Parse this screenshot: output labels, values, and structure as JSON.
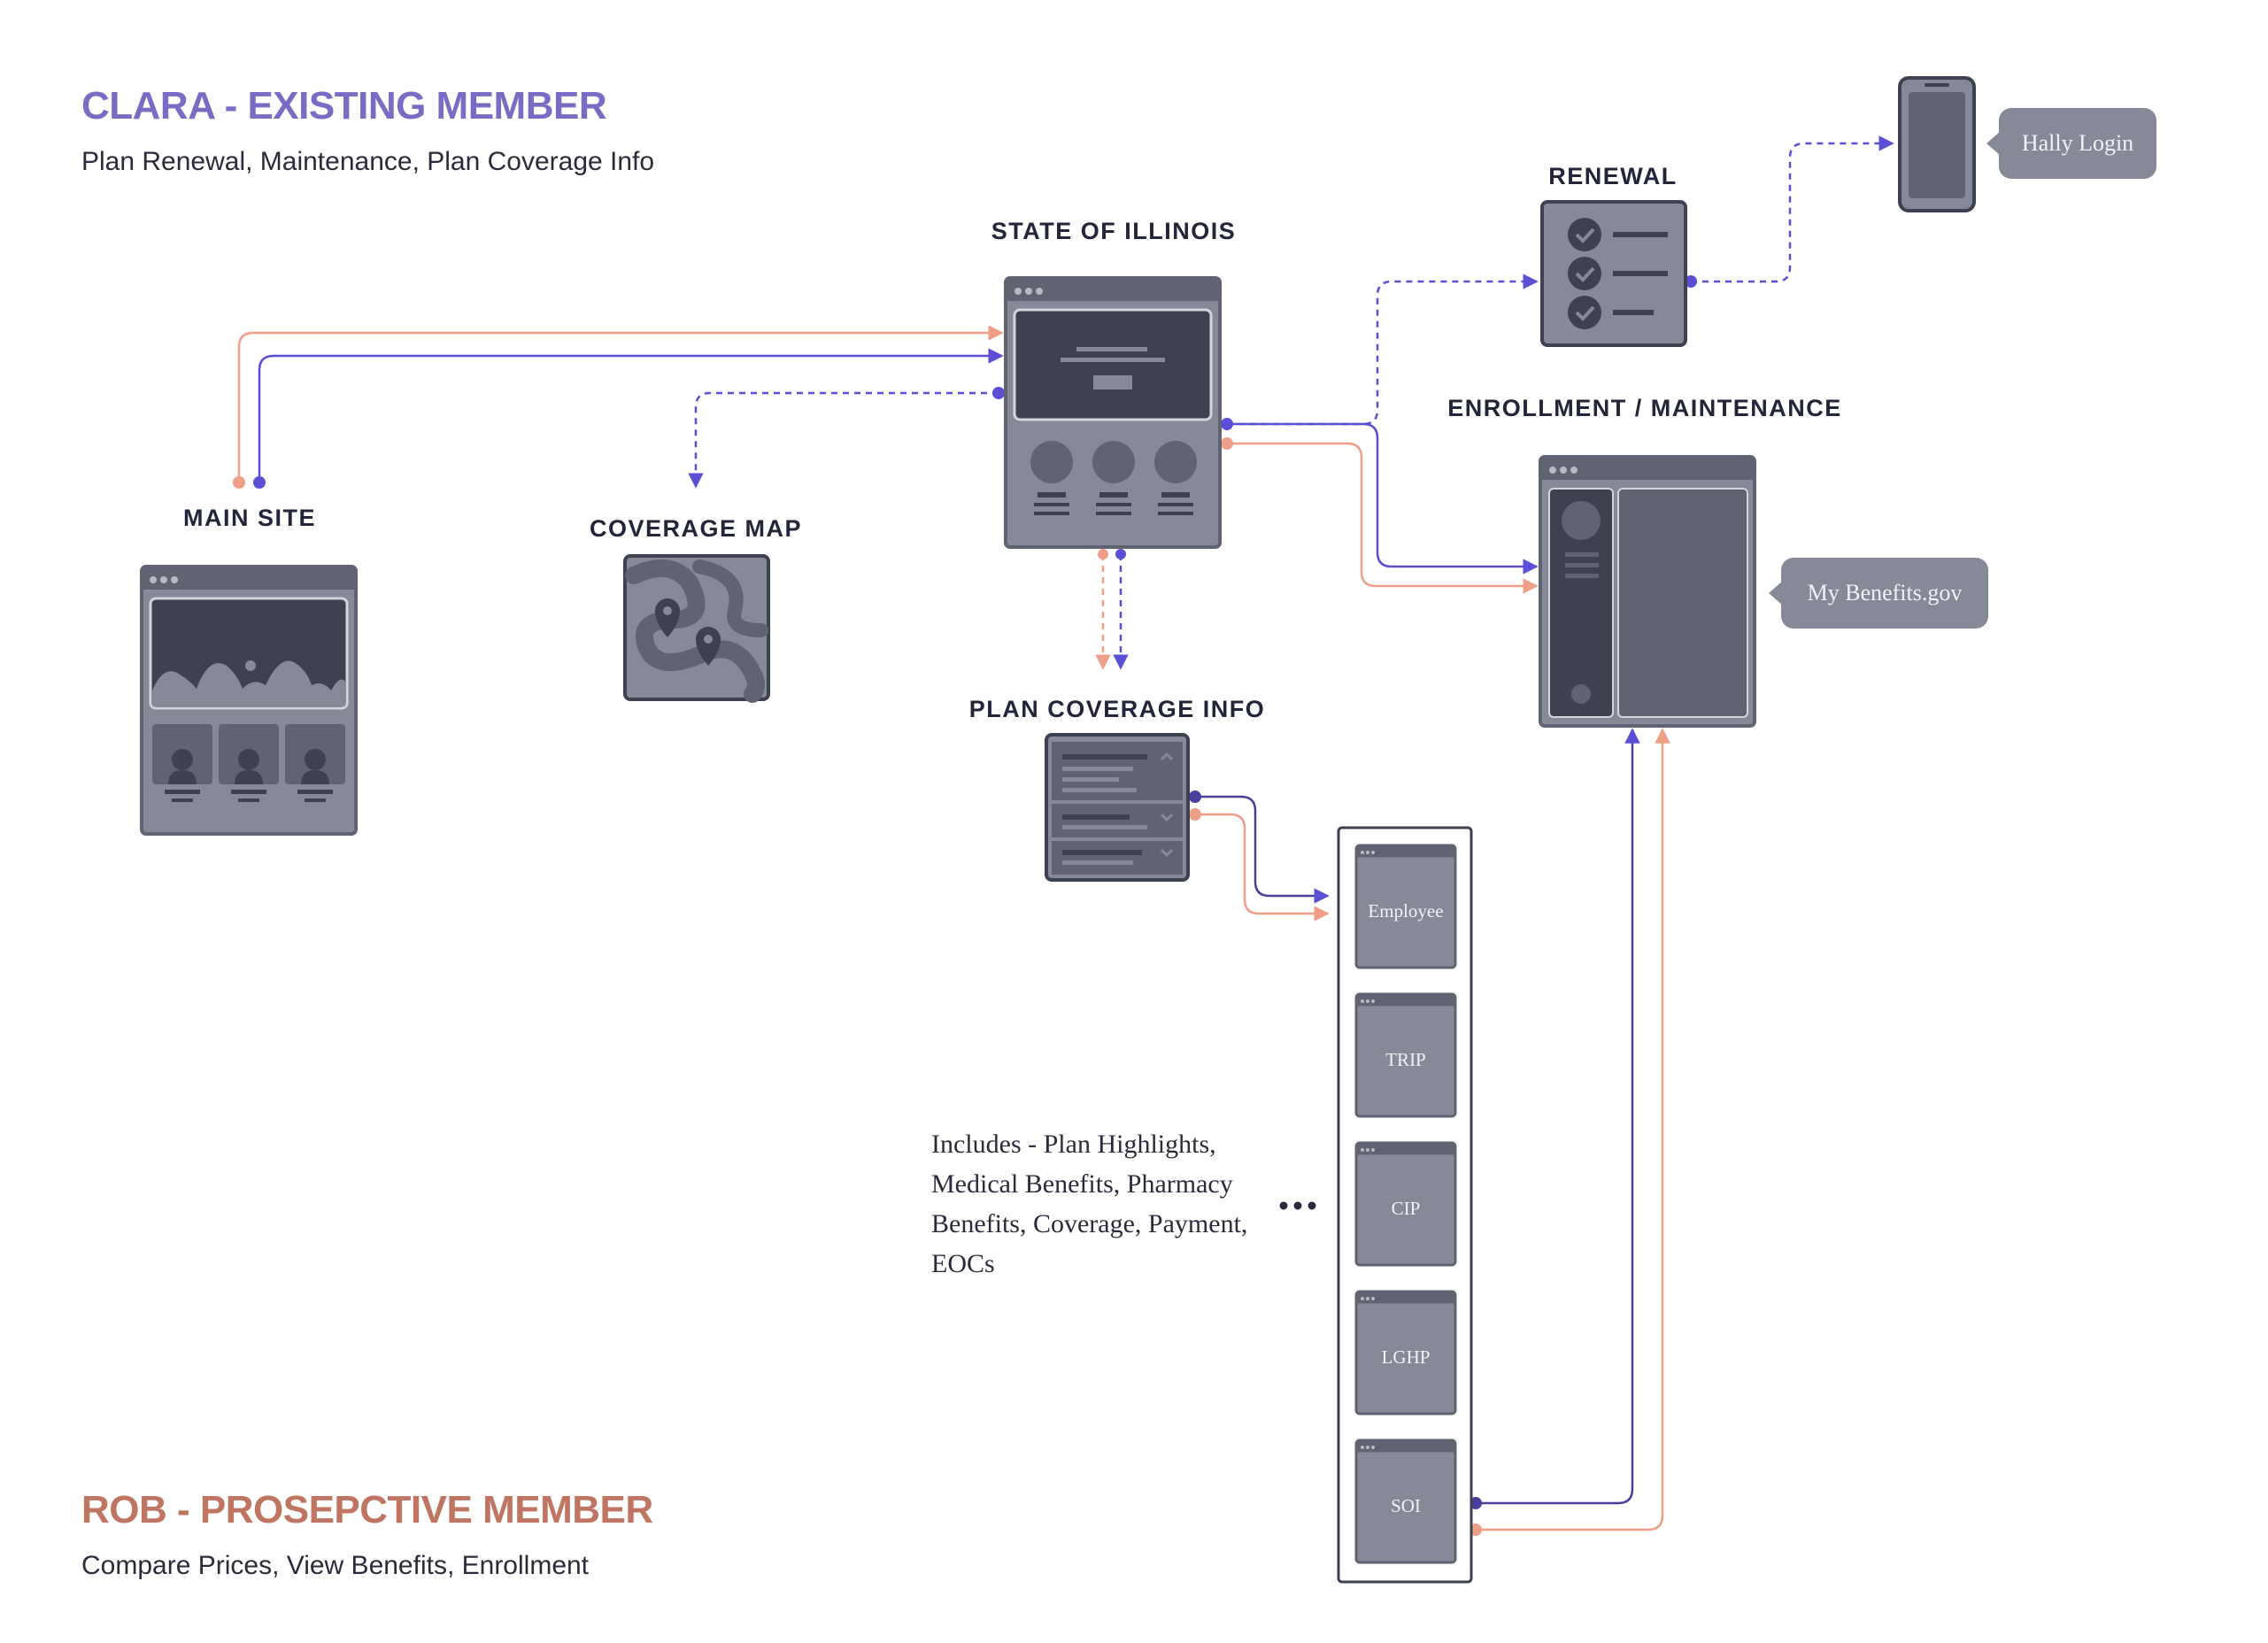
{
  "personas": {
    "clara": {
      "title": "CLARA - EXISTING MEMBER",
      "subtitle": "Plan Renewal, Maintenance, Plan Coverage Info",
      "color": "#7b6bc4"
    },
    "rob": {
      "title": "ROB - PROSEPCTIVE MEMBER",
      "subtitle": "Compare Prices, View Benefits, Enrollment",
      "color": "#c07462"
    }
  },
  "nodes": {
    "main_site": "MAIN SITE",
    "coverage_map": "COVERAGE MAP",
    "state_of_illinois": "STATE OF ILLINOIS",
    "plan_coverage_info": "PLAN COVERAGE INFO",
    "renewal": "RENEWAL",
    "enrollment": "ENROLLMENT / MAINTENANCE"
  },
  "bubbles": {
    "hally_login": "Hally Login",
    "my_benefits": "My Benefits.gov"
  },
  "plans": [
    "Employee",
    "TRIP",
    "CIP",
    "LGHP",
    "SOI"
  ],
  "includes_note": [
    "Includes - Plan Highlights,",
    "Medical Benefits, Pharmacy",
    "Benefits, Coverage, Payment,",
    "EOCs"
  ],
  "colors": {
    "clara_line": "#5b4fd6",
    "rob_line": "#ef9f88",
    "wireframe_dark": "#3d4150",
    "wireframe_mid": "#5f6372",
    "wireframe_light": "#868a98"
  }
}
